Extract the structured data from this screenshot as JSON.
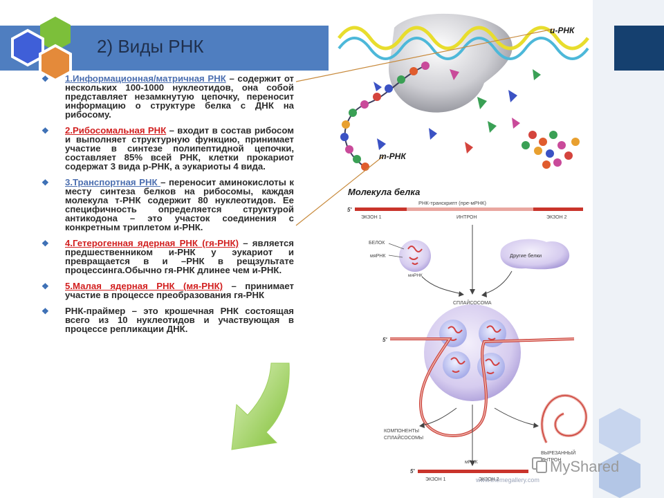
{
  "slide": {
    "title": "2) Виды РНК",
    "bullets": [
      {
        "keyword": "1.Информационная/матричная РНК",
        "keyword_color": "#4c6fb0",
        "text": " – содержит от нескольких 100-1000 нуклеотидов, она собой представляет незамкнутую цепочку, переносит информацию о структуре белка с ДНК на рибосому."
      },
      {
        "keyword": "2.Рибосомальная РНК",
        "keyword_color": "#d21f1f",
        "text": " – входит в состав рибосом и выполняет структурную функцию, принимает участие в синтезе полипептидной цепочки, составляет 85% всей РНК, клетки прокариот содержат 3 вида р-РНК, а эукариоты 4 вида."
      },
      {
        "keyword": "3.Транспортная РНК ",
        "keyword_color": "#4c6fb0",
        "text": " – переносит аминокислоты к месту синтеза белков на рибосомы, каждая молекула т-РНК содержит 80 нуклеотидов. Ее специфичность определяется структурой антикодона – это участок соединения с конкретным триплетом и-РНК."
      },
      {
        "keyword": "4.Гетерогенная ядерная РНК (гя-РНК)",
        "keyword_color": "#d21f1f",
        "text": " – является предшественником и-РНК у эукариот и превращается в и –РНК в рещзультате процессинга.Обычно гя-РНК длинее чем и-РНК."
      },
      {
        "keyword": "5.Малая ядерная РНК (мя-РНК)",
        "keyword_color": "#d21f1f",
        "text": " – принимает участие в процессе преобразования гя-РНК"
      },
      {
        "keyword": "",
        "keyword_color": "#2b2b2b",
        "text": "РНК-праймер – это крошечная РНК состоящая всего из 10 нуклеотидов и участвующая в процессе репликации ДНК."
      }
    ]
  },
  "ribosome_figure": {
    "label_mrna": "и-РНК",
    "label_trna": "т-РНК",
    "label_protein": "Молекула белка"
  },
  "splicing_figure": {
    "label_transcript": "РНК-транскрипт (пре-мРНК)",
    "label_5prime": "5′",
    "label_exon1": "ЭКЗОН 1",
    "label_intron": "ИНТРОН",
    "label_exon2": "ЭКЗОН 2",
    "label_protein": "БЕЛОК",
    "label_snrna": "мяРНК",
    "label_snrna_small": "мяРНК",
    "label_other_proteins": "Другие белки",
    "label_spliceosome": "СПЛАЙСОСОМА",
    "label_components": "КОМПОНЕНТЫ СПЛАЙСОСОМЫ",
    "label_excised_intron": "ВЫРЕЗАННЫЙ ИНТРОН",
    "label_mrna": "мРНК"
  },
  "watermark": {
    "brand": "MyShared",
    "url": "www.themegallery.com"
  },
  "colors": {
    "header_band": "#4f7ec0",
    "header_dark": "#15406f",
    "hex_blue": "#3f5fd8",
    "hex_green": "#7cbf3a",
    "hex_orange": "#e48a3a",
    "arrow_green": "#8cc63f",
    "rna_red": "#c9342b"
  },
  "icons": [
    "hexagon-cluster-icon",
    "diamond-bullet-icon",
    "curved-arrow-icon"
  ]
}
